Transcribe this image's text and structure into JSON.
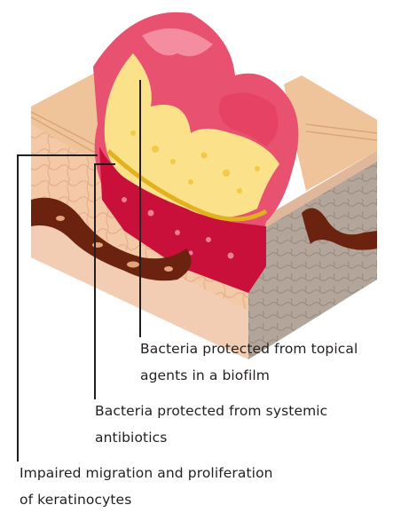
{
  "annotations": [
    {
      "line1": "Bacteria protected from topical",
      "line2": "agents in a biofilm"
    },
    {
      "line1": "Bacteria protected from systemic",
      "line2": "antibiotics"
    },
    {
      "line1": "Impaired migration and proliferation",
      "line2": "of keratinocytes"
    }
  ],
  "colors": {
    "skin_surface": "#f0c49a",
    "wound_red": "#e8516f",
    "biofilm_yellow": "#fbe28a",
    "wound_bed_dark": "#c8103a",
    "vessel_brown": "#6b2310",
    "tissue_side": "#a89a8f",
    "leader_line": "#231f20"
  }
}
